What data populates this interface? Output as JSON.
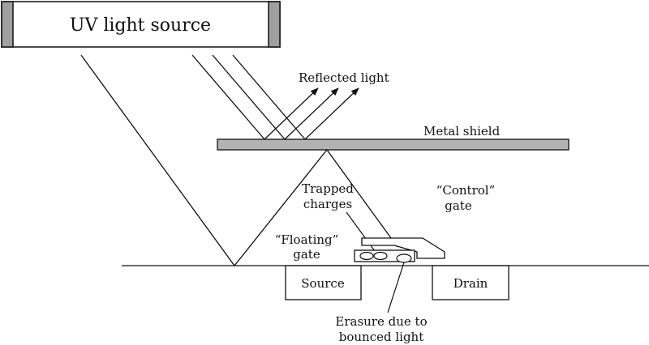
{
  "labels": {
    "uv_source": "UV light source",
    "reflected_light": "Reflected light",
    "metal_shield": "Metal shield",
    "trapped_line1": "Trapped",
    "trapped_line2": "charges",
    "control_line1": "“Control”",
    "control_line2": "gate",
    "floating_line1": "“Floating”",
    "floating_line2": "gate",
    "source": "Source",
    "drain": "Drain",
    "erasure_line1": "Erasure due to",
    "erasure_line2": "bounced light"
  },
  "colors": {
    "line": "#111111",
    "end_caps": "#a0a0a0",
    "shield": "#b3b3b3",
    "background": "#ffffff"
  }
}
